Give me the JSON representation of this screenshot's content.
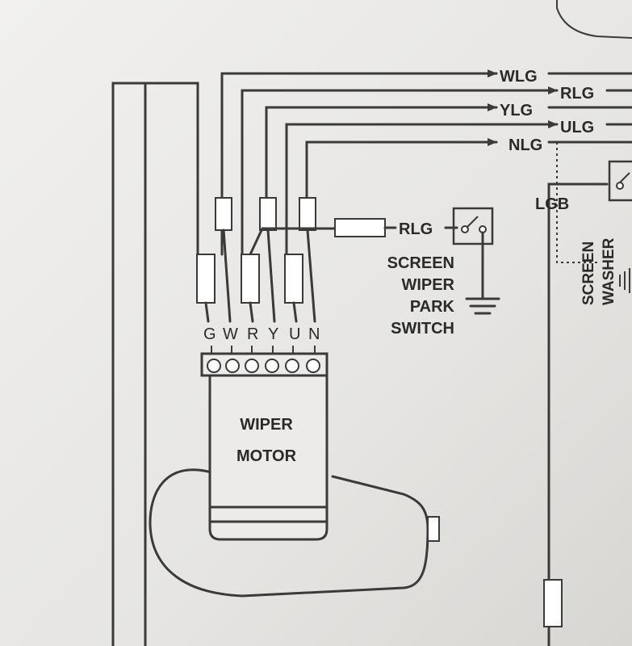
{
  "wires": {
    "wlg": "WLG",
    "rlg": "RLG",
    "ylg": "YLG",
    "ulg": "ULG",
    "nlg": "NLG",
    "rlg_switch": "RLG",
    "lgb": "LGB"
  },
  "terminals": [
    "G",
    "W",
    "R",
    "Y",
    "U",
    "N"
  ],
  "motor": {
    "line1": "WIPER",
    "line2": "MOTOR"
  },
  "park_switch": {
    "line1": "SCREEN",
    "line2": "WIPER",
    "line3": "PARK",
    "line4": "SWITCH"
  },
  "washer": {
    "line1": "SCREEN",
    "line2": "WASHER"
  },
  "colors": {
    "paper": "#e9e8e6",
    "ink": "#3a3a3a",
    "text": "#2a2a2a"
  }
}
